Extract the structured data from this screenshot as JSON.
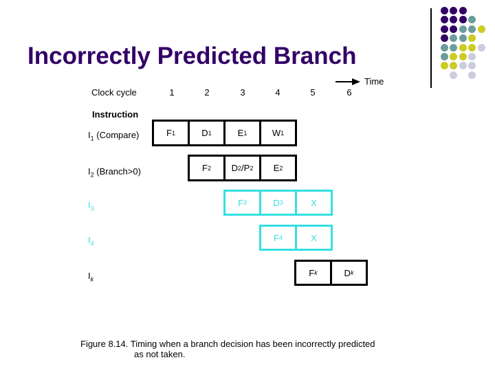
{
  "slide": {
    "title": "Incorrectly Predicted Branch",
    "time_label": "Time",
    "clock_cycle_label": "Clock cycle",
    "clock_cycles": [
      "1",
      "2",
      "3",
      "4",
      "5",
      "6"
    ],
    "instruction_label": "Instruction",
    "caption_line1": "Figure 8.14. Timing when a branch decision has been incorrectly predicted",
    "caption_line2": "as not taken."
  },
  "rows": [
    {
      "label": {
        "base": "I",
        "sub": "1",
        "suffix": " (Compare)"
      },
      "cells": [
        {
          "m1": "F",
          "s1": "1",
          "m2": "",
          "s2": ""
        },
        {
          "m1": "D",
          "s1": "1",
          "m2": "",
          "s2": ""
        },
        {
          "m1": "E",
          "s1": "1",
          "m2": "",
          "s2": ""
        },
        {
          "m1": "W",
          "s1": "1",
          "m2": "",
          "s2": ""
        }
      ]
    },
    {
      "label": {
        "base": "I",
        "sub": "2",
        "suffix": " (Branch>0)"
      },
      "cells": [
        {
          "m1": "F",
          "s1": "2",
          "m2": "",
          "s2": ""
        },
        {
          "m1": "D",
          "s1": "2",
          "m2": "/P",
          "s2": "2"
        },
        {
          "m1": "E",
          "s1": "2",
          "m2": "",
          "s2": ""
        }
      ]
    },
    {
      "label": {
        "base": "I",
        "sub": "3",
        "suffix": ""
      },
      "cells": [
        {
          "m1": "F",
          "s1": "3",
          "m2": "",
          "s2": ""
        },
        {
          "m1": "D",
          "s1": "3",
          "m2": "",
          "s2": ""
        },
        {
          "m1": "X",
          "s1": "",
          "m2": "",
          "s2": ""
        }
      ]
    },
    {
      "label": {
        "base": "I",
        "sub": "4",
        "suffix": ""
      },
      "cells": [
        {
          "m1": "F",
          "s1": "4",
          "m2": "",
          "s2": ""
        },
        {
          "m1": "X",
          "s1": "",
          "m2": "",
          "s2": ""
        }
      ]
    },
    {
      "label": {
        "base": "I",
        "sub": "k",
        "suffix": ""
      },
      "cells": [
        {
          "m1": "F",
          "s1": "k",
          "m2": "",
          "s2": ""
        },
        {
          "m1": "D",
          "s1": "k",
          "m2": "",
          "s2": ""
        }
      ]
    }
  ],
  "colors": {
    "title_color": "#330066",
    "cyan_accent": "#35dfe0"
  },
  "decor_dots": {
    "pattern": [
      "PPP...",
      "PPPT..",
      "PPTTY.",
      "PTTY..",
      "TTYYG.",
      "TYYG..",
      "YYGG..",
      ".G.G.."
    ],
    "colors": {
      "P": "#330066",
      "T": "#6d9c9c",
      "Y": "#cccc22",
      "G": "#ccccdd"
    }
  }
}
